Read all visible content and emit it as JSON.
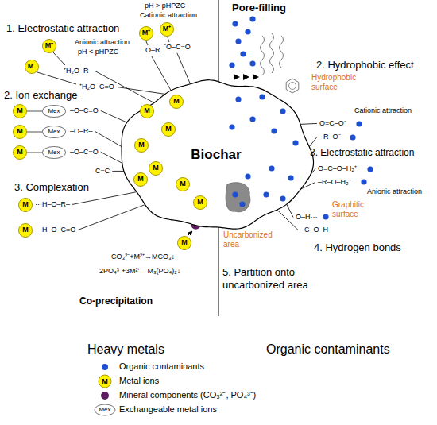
{
  "diagram": {
    "nodes": [
      {
        "text": [
          "Biochar"
        ]
      },
      {
        "text": [
          "M"
        ],
        "in": 0
      },
      {
        "text": [
          "M"
        ],
        "in": 0
      },
      {
        "text": [
          "M"
        ],
        "in": 0
      },
      {
        "text": [
          "M"
        ],
        "in": 0
      },
      {
        "text": [
          "M"
        ],
        "in": 0
      },
      {
        "text": [
          "M"
        ],
        "in": 0
      },
      {
        "text": [
          "M"
        ],
        "in": 0
      },
      {
        "text": [
          "M"
        ],
        "in": 0
      },
      {
        "text": [
          "M⁻"
        ]
      },
      {
        "text": [
          "M⁻"
        ]
      },
      {
        "text": [
          "M⁺"
        ]
      },
      {
        "text": [
          "M⁺"
        ]
      },
      {
        "text": [
          "M"
        ]
      },
      {
        "text": [
          "M"
        ]
      },
      {
        "text": [
          "M"
        ]
      },
      {
        "text": [
          "Mex"
        ]
      },
      {
        "text": [
          "Mex"
        ]
      },
      {
        "text": [
          "Mex"
        ]
      },
      {
        "text": [
          "M"
        ]
      },
      {
        "text": [
          "M"
        ]
      },
      {
        "text": [
          "M"
        ]
      }
    ],
    "edges": [
      {
        "from": 13,
        "to": 16,
        "arrow": "none"
      },
      {
        "from": 14,
        "to": 17,
        "arrow": "none"
      },
      {
        "from": 15,
        "to": 18,
        "arrow": "none"
      }
    ],
    "labels": [
      "Pore-filling",
      "pH > pHPZC",
      "Cationic attraction",
      "1. Electrostatic attraction",
      "Anionic attraction",
      "pH < pHPZC",
      "⁻O–R",
      "⁻O–C=O",
      "⁺H₂O–R–",
      "⁺H₂O–C=O",
      "2. Ion exchange",
      "–O–C=O",
      "–O–R–",
      "–O–C=O",
      "3. Complexation",
      "···H–O–R–",
      "···H–O–C=O",
      "C=C",
      "CO₃²⁻+M²⁺→MCO₃↓",
      "2PO₄³⁻+3M²⁺→M₃(PO₄)₂↓",
      "Co-precipitation",
      "2. Hydrophobic effect",
      "Hydrophobic surface",
      "Cationic attraction",
      "O=C–O⁻",
      "–R–O⁻",
      "3. Electrostatic attraction",
      "O=C–O–H₂⁺",
      "–R–O–H₂⁺",
      "Anionic attraction",
      "Graphitic surface",
      "O–H···",
      "–C–O–H",
      "4. Hydrogen bonds",
      "Uncarbonized area",
      "5. Partition onto uncarbonized area",
      "Heavy metals",
      "Organic contaminants",
      "M",
      "Mex"
    ],
    "legend": [
      {
        "text": "Organic contaminants",
        "color": "#1f4fd1"
      },
      {
        "text": "Metal ions"
      },
      {
        "text": "Mineral components (CO₃²⁻, PO₄³⁻)",
        "color": "#5c1b5e"
      },
      {
        "text": "Exchangeable metal ions"
      }
    ]
  }
}
